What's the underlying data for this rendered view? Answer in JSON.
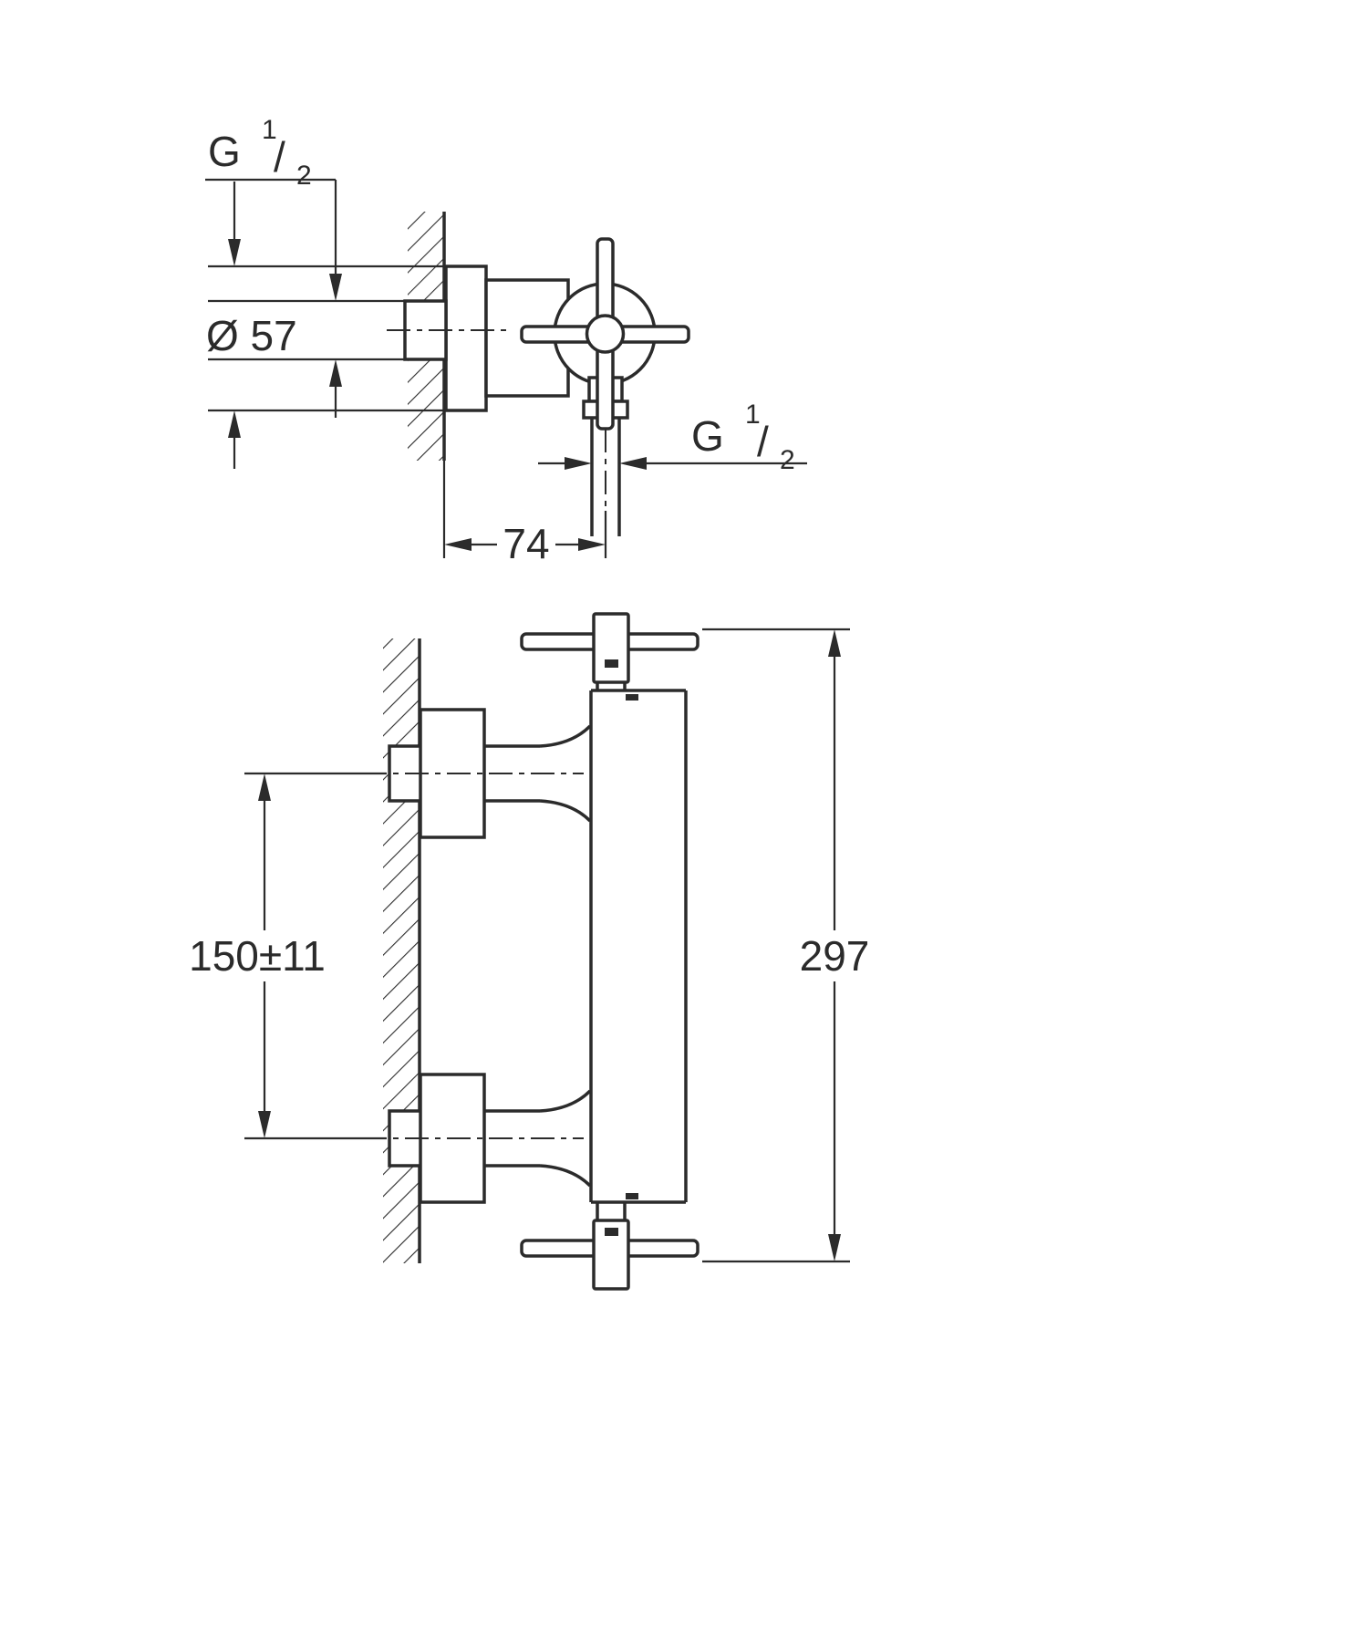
{
  "dimensions": {
    "inlet_thread": {
      "prefix": "G",
      "numerator": "1",
      "slash": "/",
      "denominator": "2"
    },
    "flange_diameter": "Ø 57",
    "outlet_thread": {
      "prefix": "G",
      "numerator": "1",
      "slash": "/",
      "denominator": "2"
    },
    "wall_to_outlet": "74",
    "connection_spacing": "150±11",
    "overall_height": "297"
  }
}
